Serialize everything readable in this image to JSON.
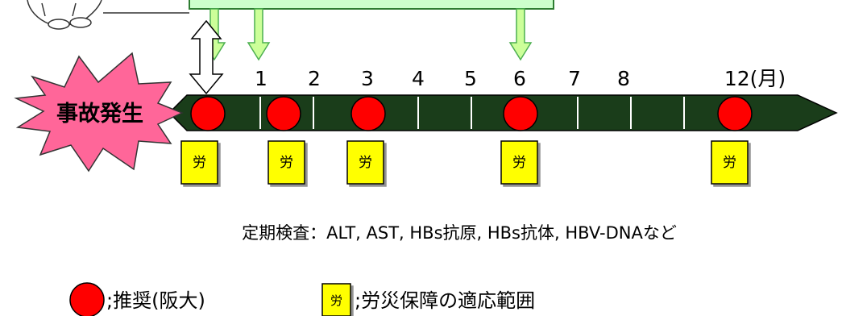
{
  "timeline": {
    "months": [
      "1",
      "2",
      "3",
      "4",
      "5",
      "6",
      "7",
      "8",
      "12(月)"
    ],
    "accident_label": "事故発生",
    "rosai_char": "労"
  },
  "caption": "定期検査：ALT, AST, HBs抗原, HBs抗体, HBV-DNAなど",
  "legend": {
    "recommended_label": ";推奨(阪大)",
    "rosai_char": "労",
    "rosai_label": ";労災保障の適応範囲"
  },
  "colors": {
    "bar": "#1a3d1a",
    "dot": "#ff0000",
    "rosai_box": "#ffff00",
    "green_box": "#ccffcc",
    "green_arrow": "#ccff99",
    "burst": "#ff6699"
  }
}
